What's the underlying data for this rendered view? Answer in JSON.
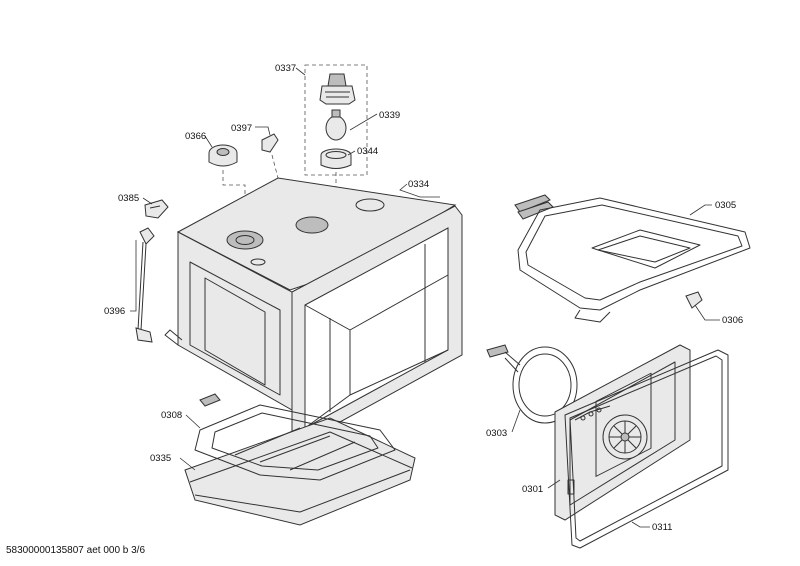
{
  "labels": {
    "p0337": "0337",
    "p0339": "0339",
    "p0397": "0397",
    "p0366": "0366",
    "p0344": "0344",
    "p0334": "0334",
    "p0385": "0385",
    "p0396": "0396",
    "p0305": "0305",
    "p0306": "0306",
    "p0308": "0308",
    "p0335": "0335",
    "p0303": "0303",
    "p0301": "0301",
    "p0311": "0311"
  },
  "footer": "58300000135807 aet 000 b 3/6"
}
